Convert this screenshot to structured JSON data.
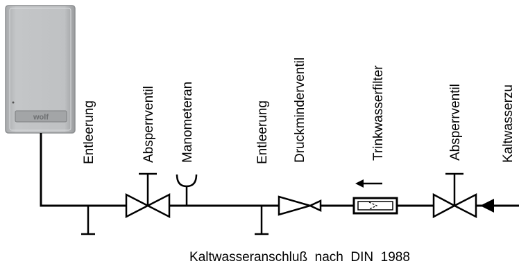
{
  "diagram": {
    "labels": {
      "entleerung_1": "Entleerung",
      "absperrventil_1": "Absperrventil",
      "manometeranschluss": "Manometeran",
      "entleerung_2": "Entleerung",
      "druckminderventil": "Druckminderventil",
      "trinkwasserfilter": "Trinkwasserfilter",
      "absperrventil_2": "Absperrventil",
      "kaltwasserzulauf": "Kaltwasserzu"
    },
    "boiler": {
      "brand_text": "wolf",
      "color": "#b9bbbd"
    },
    "caption": "Kaltwasseranschluß  nach  DIN  1988"
  }
}
